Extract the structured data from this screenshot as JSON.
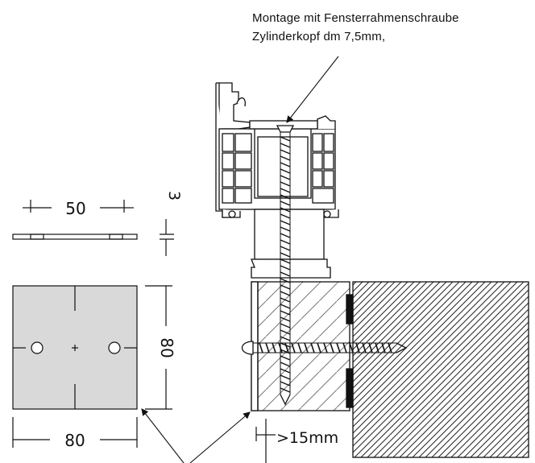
{
  "annotation": {
    "line1": "Montage mit Fensterrahmenschraube",
    "line2": "Zylinderkopf dm 7,5mm,"
  },
  "dimensions": {
    "shim_width": "50",
    "shim_thickness": "3",
    "plate_height": "80",
    "plate_width": "80",
    "edge_distance": ">15mm"
  },
  "colors": {
    "line": "#111111",
    "plate_fill": "#d9d9d9",
    "hatch": "#222222",
    "frame_fill": "#ffffff"
  }
}
